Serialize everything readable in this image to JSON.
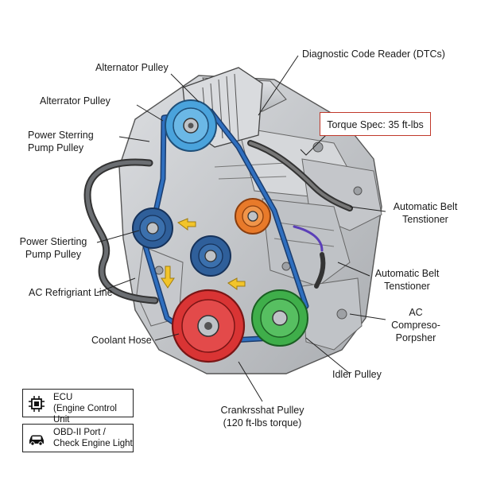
{
  "labels": {
    "alternator_pulley_top": "Alternator Pulley",
    "alternator_pulley_2": "Alterrator Pulley",
    "power_steering_top_1": "Power Sterring",
    "power_steering_top_2": "Pump Pulley",
    "power_steering_low_1": "Power Stierting",
    "power_steering_low_2": "Pump Pulley",
    "ac_refrigerant_line": "AC Refrigriant Line",
    "coolant_hose": "Coolant Hose",
    "diagnostic_code_reader": "Diagnostic Code Reader (DTCs)",
    "torque_spec": "Torque Spec: 35 ft-lbs",
    "auto_belt_tensioner_1a": "Automatic Belt",
    "auto_belt_tensioner_1b": "Tenstioner",
    "auto_belt_tensioner_2a": "Automatic Belt",
    "auto_belt_tensioner_2b": "Tenstioner",
    "ac_compressor_1": "AC",
    "ac_compressor_2": "Compreso-",
    "ac_compressor_3": "Porpsher",
    "idler_pulley": "Idler Pulley",
    "crankshaft_pulley_1": "Crankrsshat Pulley",
    "crankshaft_pulley_2": "(120 ft-lbs torque)"
  },
  "legend": [
    {
      "icon": "chip-icon",
      "line1": "ECU",
      "line2": "(Engine Control Unit"
    },
    {
      "icon": "car-icon",
      "line1": "OBD-II Port /",
      "line2": "Check Engine Light"
    }
  ],
  "colors": {
    "belt": "#2f6fbf",
    "alternator_pulley": "#4aa3dc",
    "crankshaft_pulley": "#d93434",
    "idler_pulley": "#3fae4a",
    "tensioner_pulley": "#e87a2a",
    "steering_pulley": "#2f5f9a",
    "arrows": "#f2c42a",
    "engine_block": "#c9cbce",
    "spec_border": "#c0392b"
  }
}
